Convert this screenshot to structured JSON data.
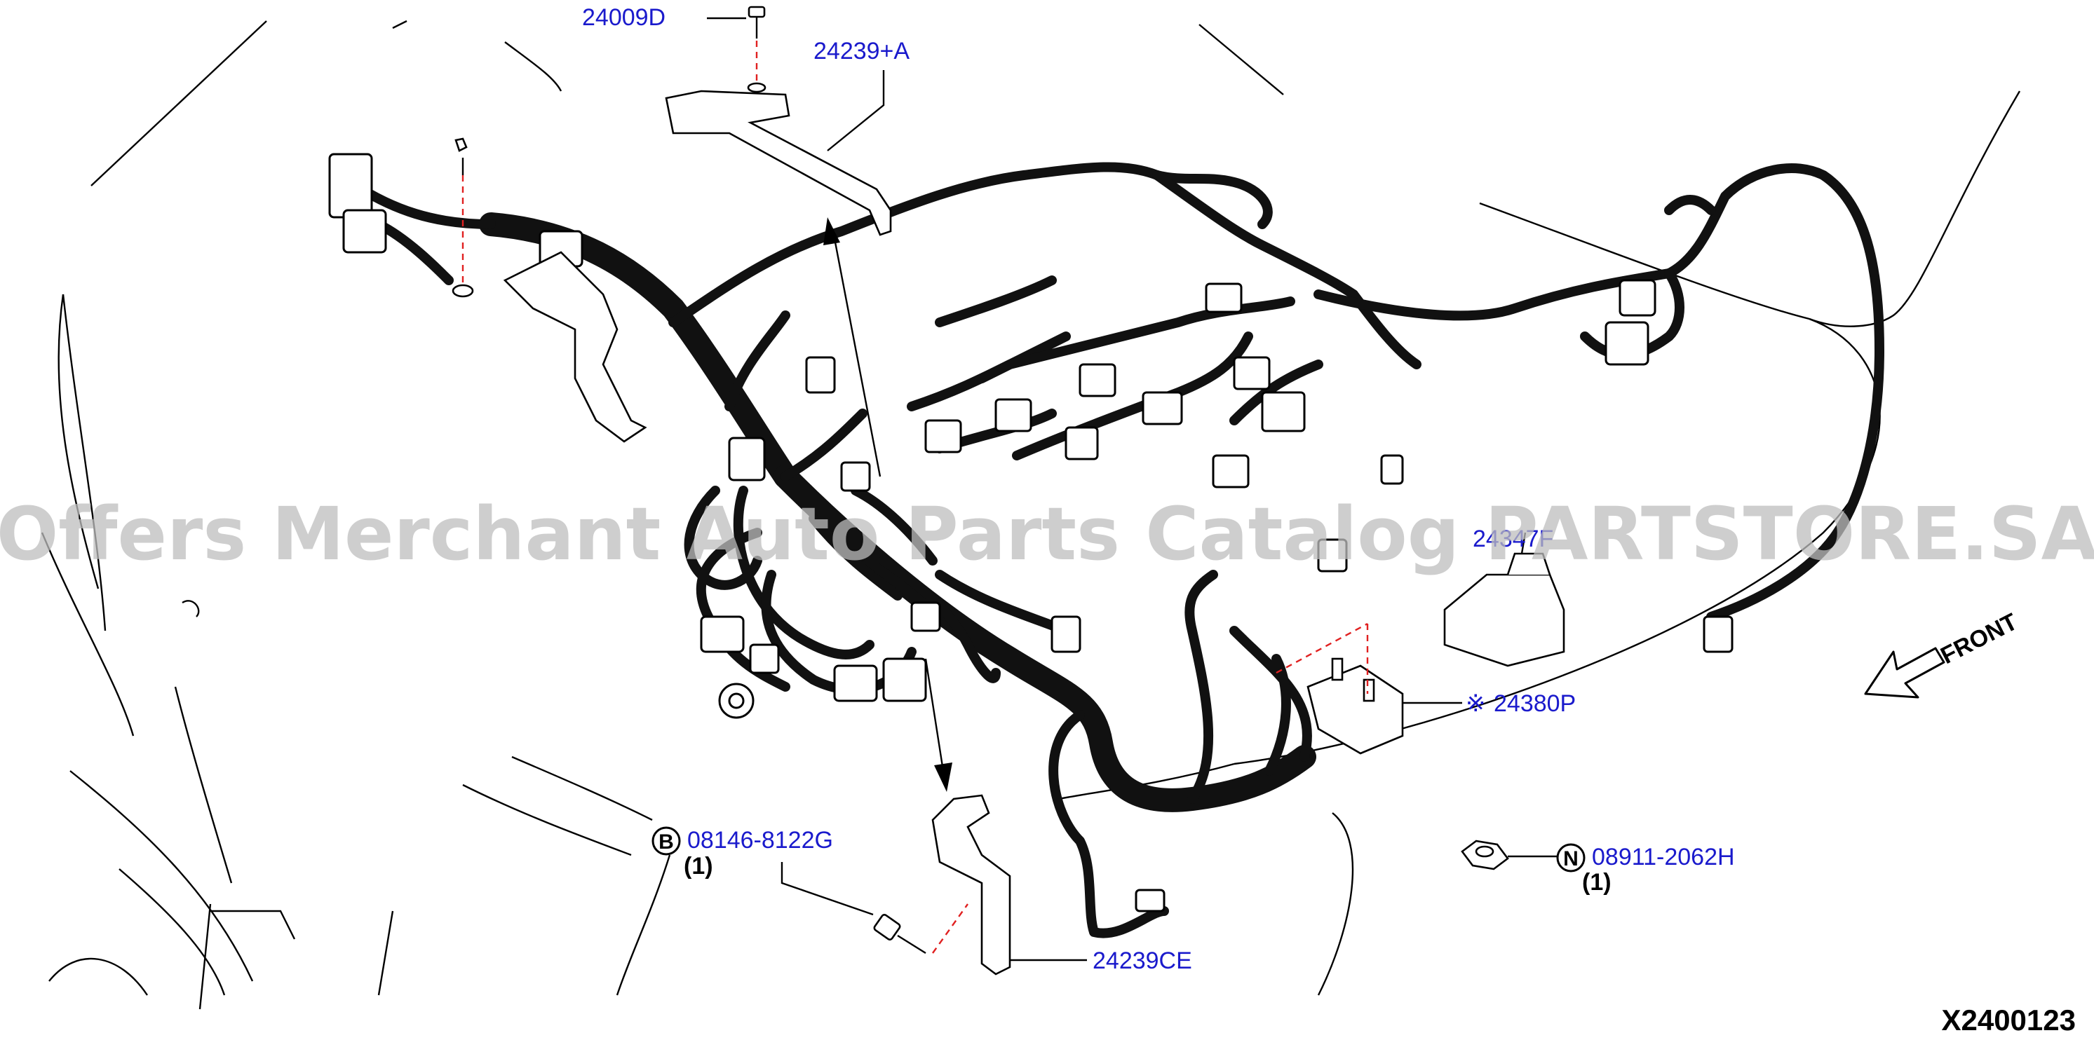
{
  "labels": {
    "bolt_top": "24009D",
    "bracket_top": "24239+A",
    "bolt_b": "08146-8122G",
    "bolt_b_qty": "(1)",
    "bracket_bottom": "24239CE",
    "holder": "24380P",
    "holder_prefix": "※",
    "nut_n": "08911-2062H",
    "nut_n_qty": "(1)",
    "fuse_box": "24347F"
  },
  "markers": {
    "bolt": "B",
    "nut": "N"
  },
  "front_label": "FRONT",
  "diagram_code": "X2400123",
  "watermark": "Offers Merchant Auto Parts Catalog PARTSTORE.SA",
  "colors": {
    "label": "#1a1acc",
    "dash": "#e02020",
    "watermark": "#bdbdbd"
  }
}
